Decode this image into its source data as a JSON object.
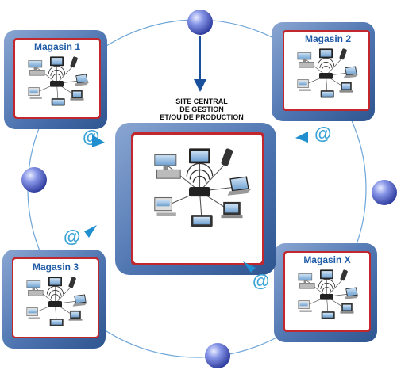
{
  "diagram": {
    "center": {
      "title_lines": [
        "SITE CENTRAL",
        "DE GESTION",
        "ET/OU DE PRODUCTION"
      ]
    },
    "stores": [
      {
        "id": "magasin-1",
        "label": "Magasin 1"
      },
      {
        "id": "magasin-2",
        "label": "Magasin 2"
      },
      {
        "id": "magasin-3",
        "label": "Magasin 3"
      },
      {
        "id": "magasin-x",
        "label": "Magasin X"
      }
    ],
    "connector_symbol": "@",
    "colors": {
      "box_outer": "#5a80b8",
      "box_inner_border": "#c1272d",
      "label_blue": "#1f5ba6",
      "ring": "#6ea6d8",
      "node": "#5566c8",
      "arrow": "#1a4f9c"
    }
  }
}
